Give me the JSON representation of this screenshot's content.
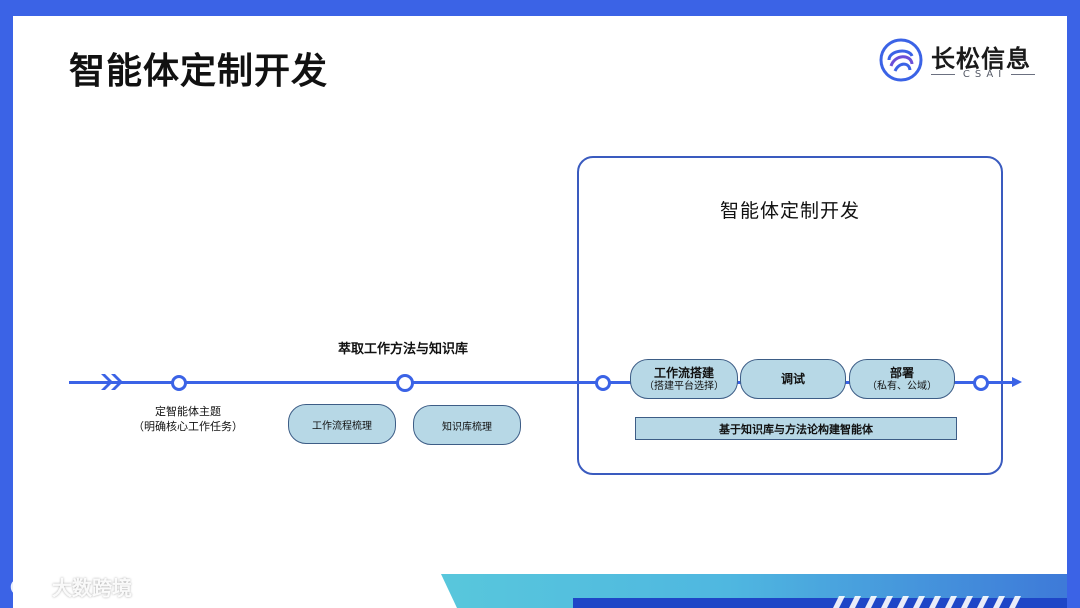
{
  "slide": {
    "title": "智能体定制开发"
  },
  "logo": {
    "name": "长松信息",
    "sub": "CSAI",
    "color": "#3b63e6"
  },
  "diagram": {
    "frame_title": "智能体定制开发",
    "extract_label": "萃取工作方法与知识库",
    "define_label_line1": "定智能体主题",
    "define_label_line2": "（明确核心工作任务）",
    "steps": {
      "workflow_sort": "工作流程梳理",
      "kb_sort": "知识库梳理",
      "workflow_build": "工作流搭建",
      "workflow_build_sub": "（搭建平台选择）",
      "debug": "调试",
      "deploy": "部署",
      "deploy_sub": "（私有、公域）"
    },
    "base_bar": "基于知识库与方法论构建智能体",
    "colors": {
      "timeline": "#3b63e6",
      "pill_fill": "#b7d8e6",
      "frame_border": "#3a5bbf"
    }
  },
  "watermark": {
    "text": "大数跨境"
  }
}
